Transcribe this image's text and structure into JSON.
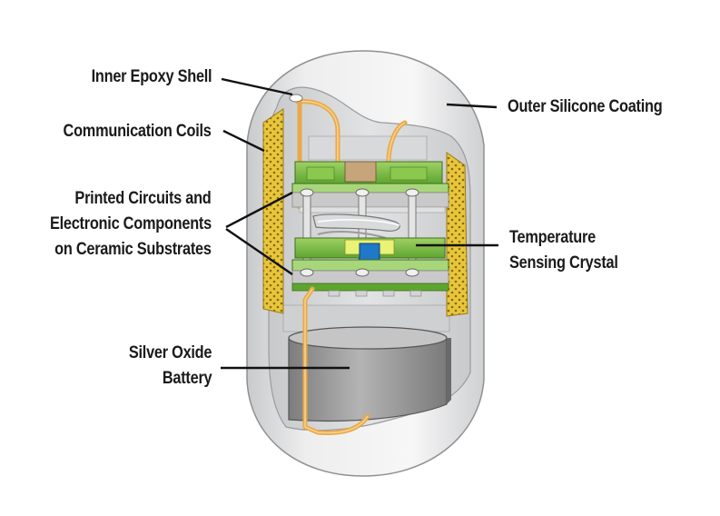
{
  "diagram": {
    "labels": {
      "inner_epoxy_shell": "Inner Epoxy Shell",
      "communication_coils": "Communication Coils",
      "printed_circuits_line1": "Printed Circuits and",
      "printed_circuits_line2": "Electronic Components",
      "printed_circuits_line3": "on Ceramic Substrates",
      "silver_oxide_line1": "Silver Oxide",
      "silver_oxide_line2": "Battery",
      "outer_silicone_coating": "Outer Silicone Coating",
      "temperature_line1": "Temperature",
      "temperature_line2": "Sensing Crystal"
    },
    "colors": {
      "coil_gold": "#e8c63c",
      "wire_orange": "#e9a94a",
      "board_green": "#7cc242",
      "crystal_blue": "#1f78c8",
      "shell_gray": "#d4d5d6",
      "battery_gray": "#9c9c9c"
    }
  }
}
